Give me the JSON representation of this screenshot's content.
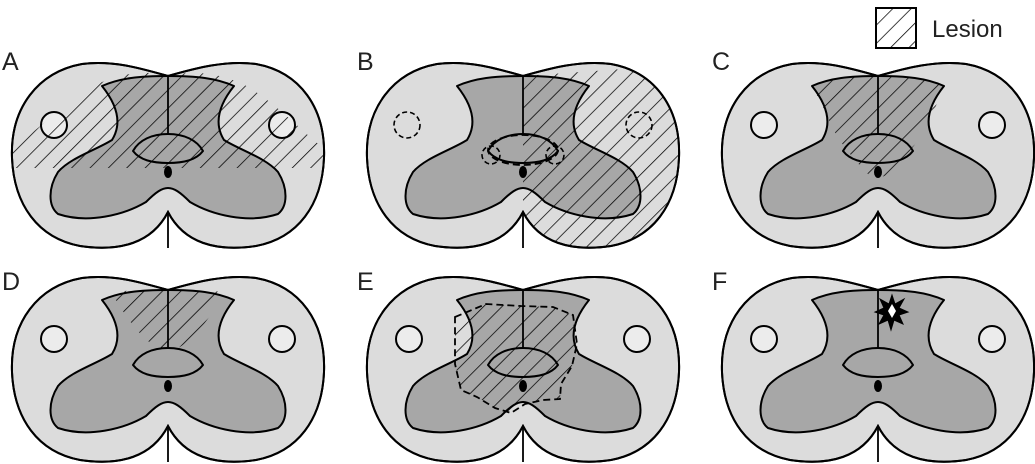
{
  "legend": {
    "label": "Lesion"
  },
  "panels": [
    {
      "id": "A",
      "label": "A"
    },
    {
      "id": "B",
      "label": "B"
    },
    {
      "id": "C",
      "label": "C"
    },
    {
      "id": "D",
      "label": "D"
    },
    {
      "id": "E",
      "label": "E"
    },
    {
      "id": "F",
      "label": "F"
    }
  ],
  "colors": {
    "white_matter": "#dcdcdc",
    "grey_matter": "#a7a7a7",
    "hatch": "#000000",
    "background": "#ffffff"
  }
}
